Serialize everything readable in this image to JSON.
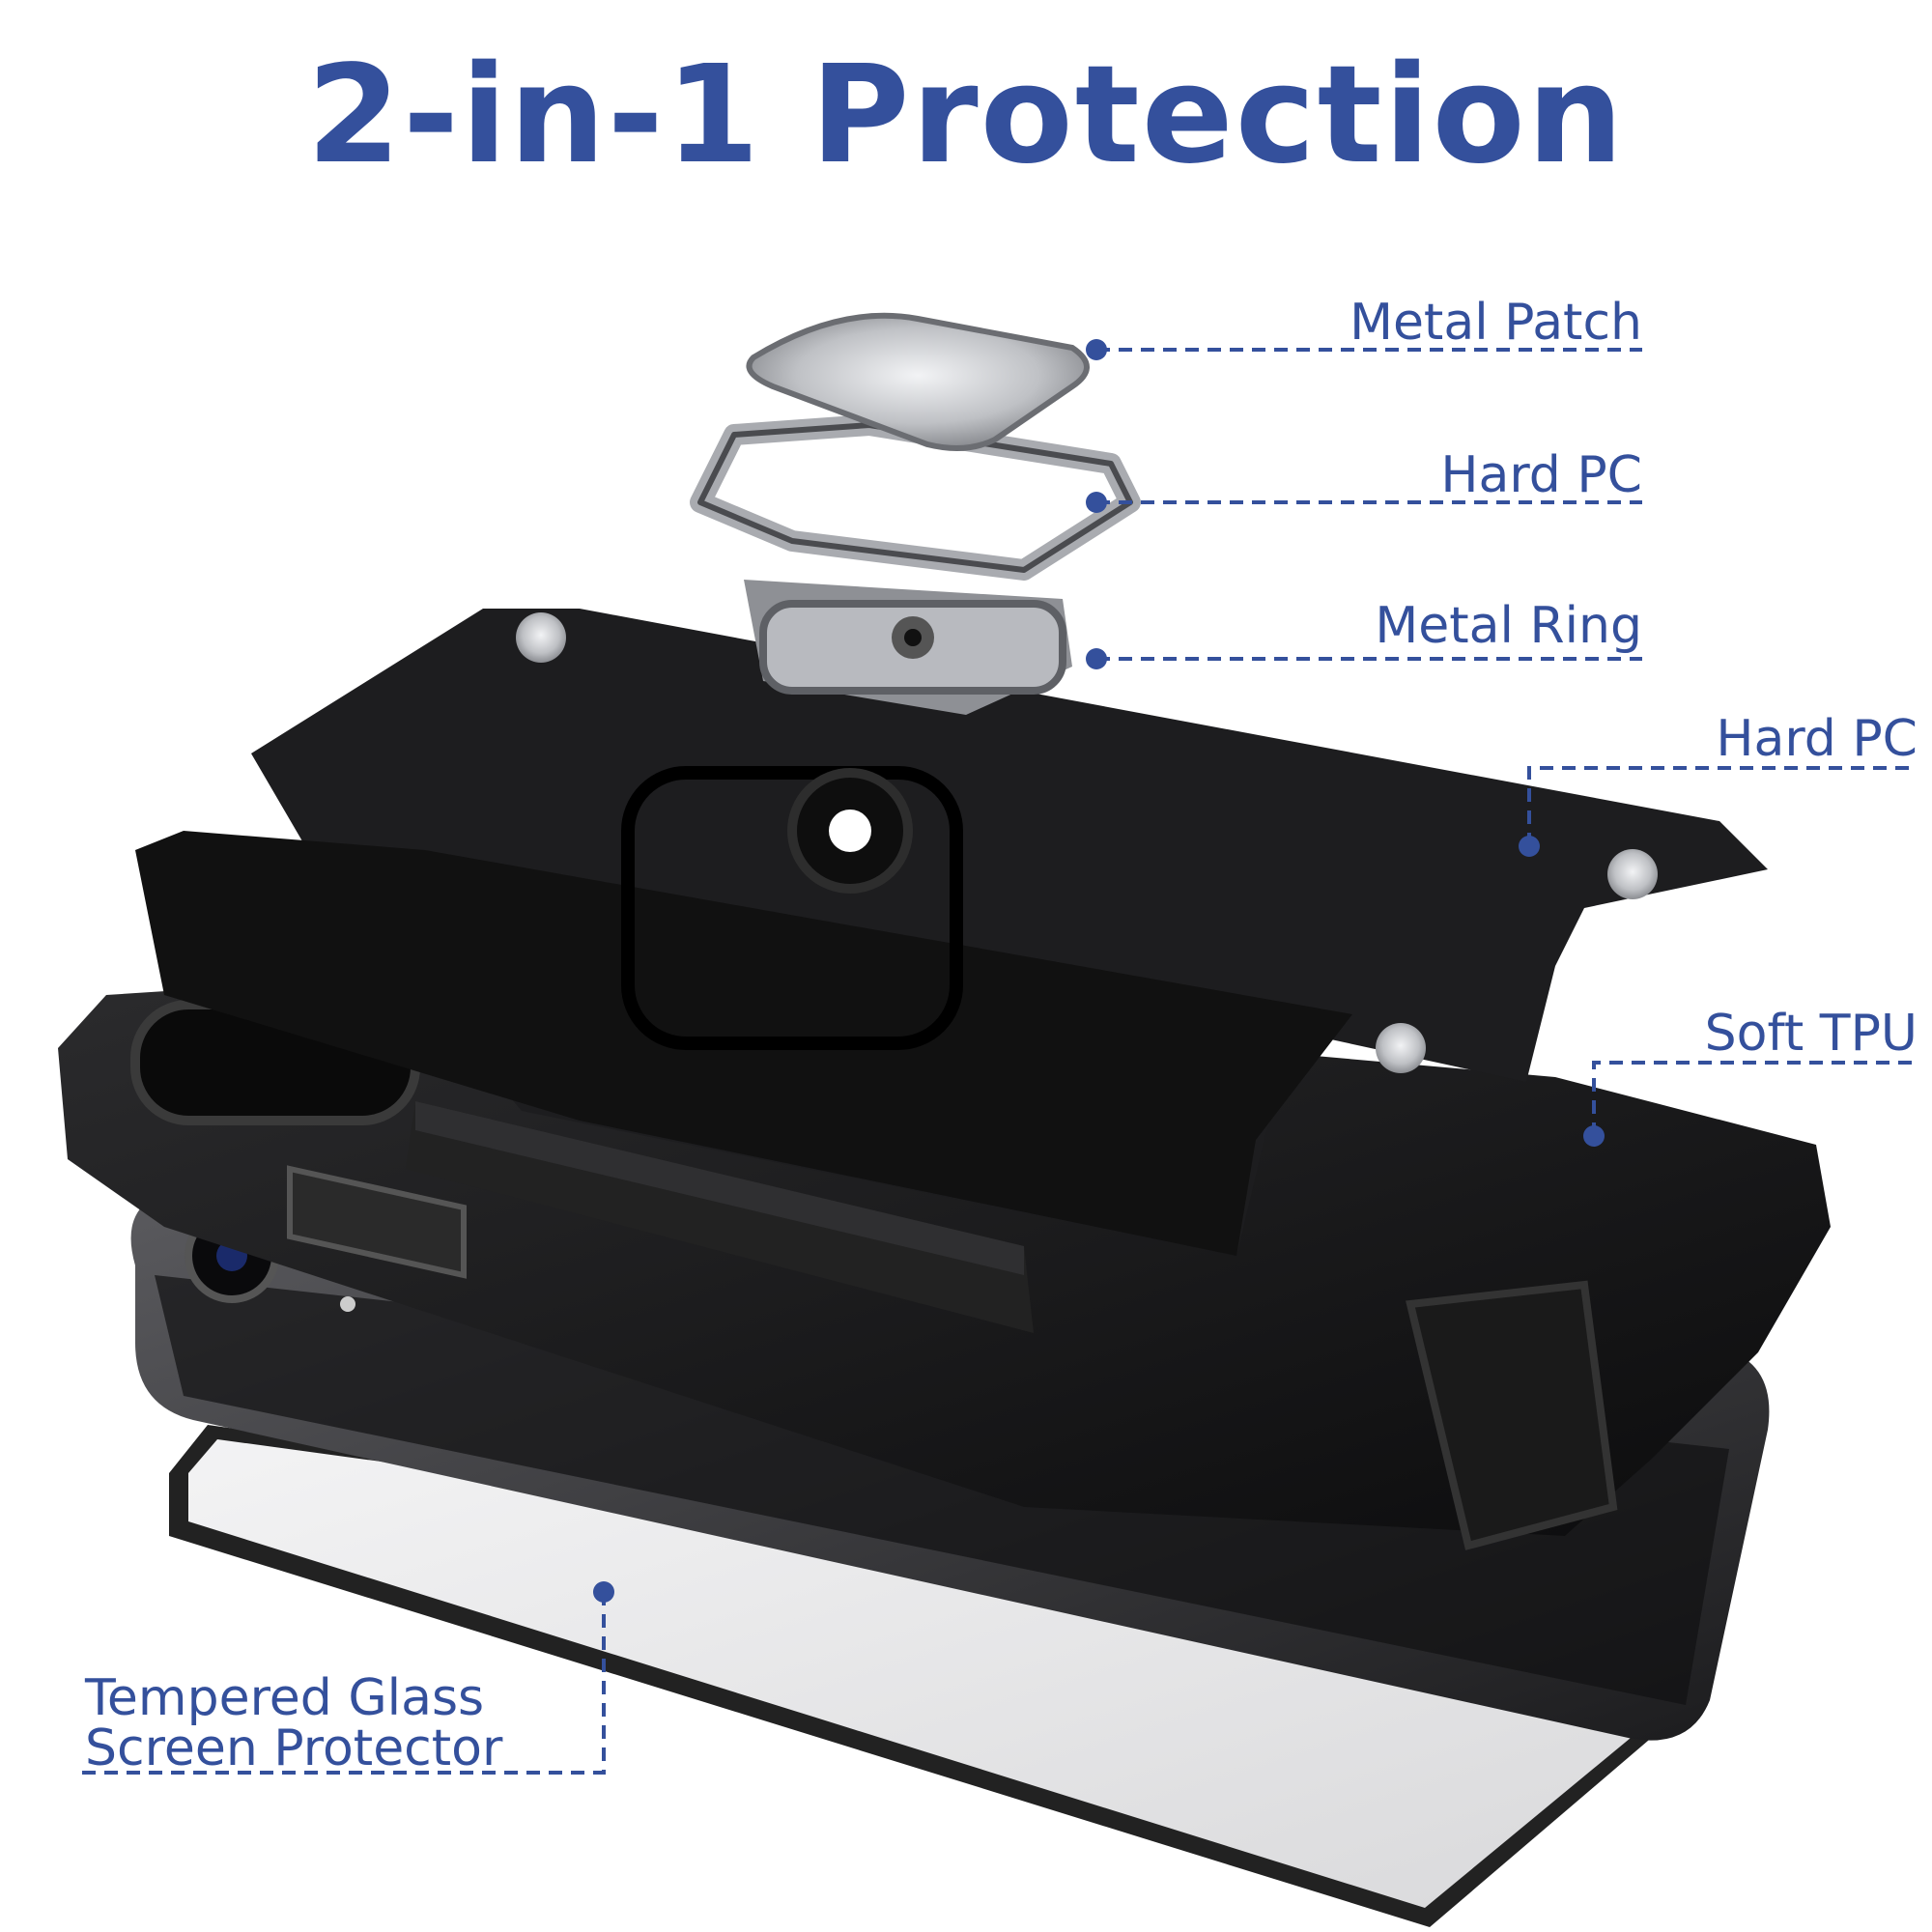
{
  "title": "2-in-1 Protection",
  "colors": {
    "accent": "#34509c",
    "case_black": "#151515",
    "phone_gray": "#2e2e30",
    "metal_silver": "#c8c9cc",
    "glass": "#e8e8ea"
  },
  "callouts": {
    "metal_patch": "Metal Patch",
    "hard_pc_ring": "Hard PC",
    "metal_ring": "Metal Ring",
    "hard_pc_back": "Hard PC",
    "soft_tpu": "Soft TPU",
    "glass_line1": "Tempered Glass",
    "glass_line2": "Screen Protector"
  }
}
